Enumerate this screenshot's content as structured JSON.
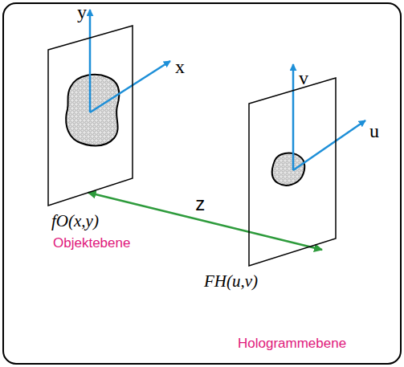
{
  "diagram": {
    "nodes": [
      {
        "text": [
          "fO(x,y)",
          "Objektebene"
        ]
      },
      {
        "text": [
          "FH(u,v)",
          "Hologrammebene"
        ]
      }
    ],
    "edges": [
      {
        "from": 0,
        "to": 1,
        "label": "z",
        "arrow": "both"
      }
    ],
    "labels": [
      "y",
      "x",
      "v",
      "u"
    ]
  }
}
